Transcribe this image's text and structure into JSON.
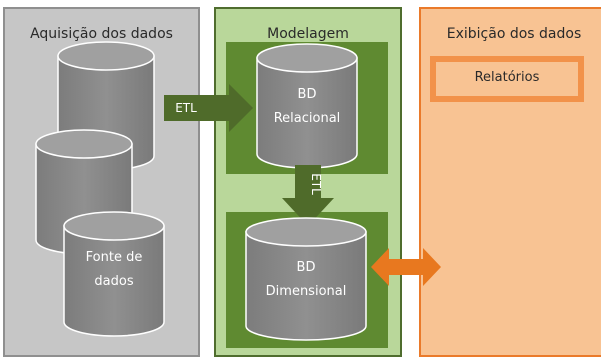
{
  "panels": {
    "acquisition": {
      "title": "Aquisição dos dados"
    },
    "modeling": {
      "title": "Modelagem"
    },
    "display": {
      "title": "Exibição dos dados"
    }
  },
  "nodes": {
    "source": {
      "line1": "Fonte de",
      "line2": "dados"
    },
    "relational_db": {
      "line1": "BD",
      "line2": "Relacional"
    },
    "dimensional_db": {
      "line1": "BD",
      "line2": "Dimensional"
    },
    "reports": {
      "label": "Relatórios"
    }
  },
  "arrows": {
    "etl_horizontal": {
      "label": "ETL"
    },
    "etl_vertical": {
      "label": "ETL"
    }
  },
  "colors": {
    "acq_bg": "#c6c6c6",
    "mod_bg": "#b9d79a",
    "mod_inner": "#5f8a31",
    "display_bg": "#f8c393",
    "accent_orange": "#ea7a2a",
    "cylinder": "#8a8a8a"
  }
}
